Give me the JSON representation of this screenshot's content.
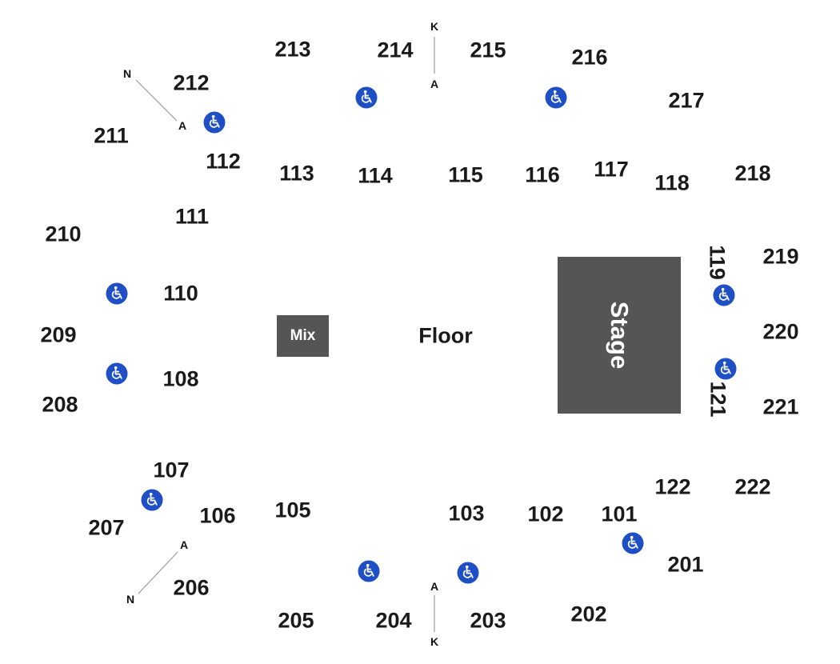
{
  "venue": {
    "floor_label": "Floor",
    "mix_label": "Mix",
    "stage_label": "Stage"
  },
  "colors": {
    "label": "#1a1a1a",
    "block_fill": "#555555",
    "accessible_icon": "#1f4fc4"
  },
  "icon": "wheelchair-accessible-icon",
  "sections_lower": [
    "101",
    "102",
    "103",
    "105",
    "106",
    "107",
    "108",
    "110",
    "111",
    "112",
    "113",
    "114",
    "115",
    "116",
    "117",
    "118",
    "119",
    "121",
    "122"
  ],
  "sections_upper": [
    "201",
    "202",
    "203",
    "204",
    "205",
    "206",
    "207",
    "208",
    "209",
    "210",
    "211",
    "212",
    "213",
    "214",
    "215",
    "216",
    "217",
    "218",
    "219",
    "220",
    "221",
    "222"
  ],
  "row_markers": {
    "nw_top": "N",
    "nw_bottom": "A",
    "north_top": "K",
    "north_bottom": "A",
    "sw_top": "A",
    "sw_bottom": "N",
    "south_top": "A",
    "south_bottom": "K"
  }
}
